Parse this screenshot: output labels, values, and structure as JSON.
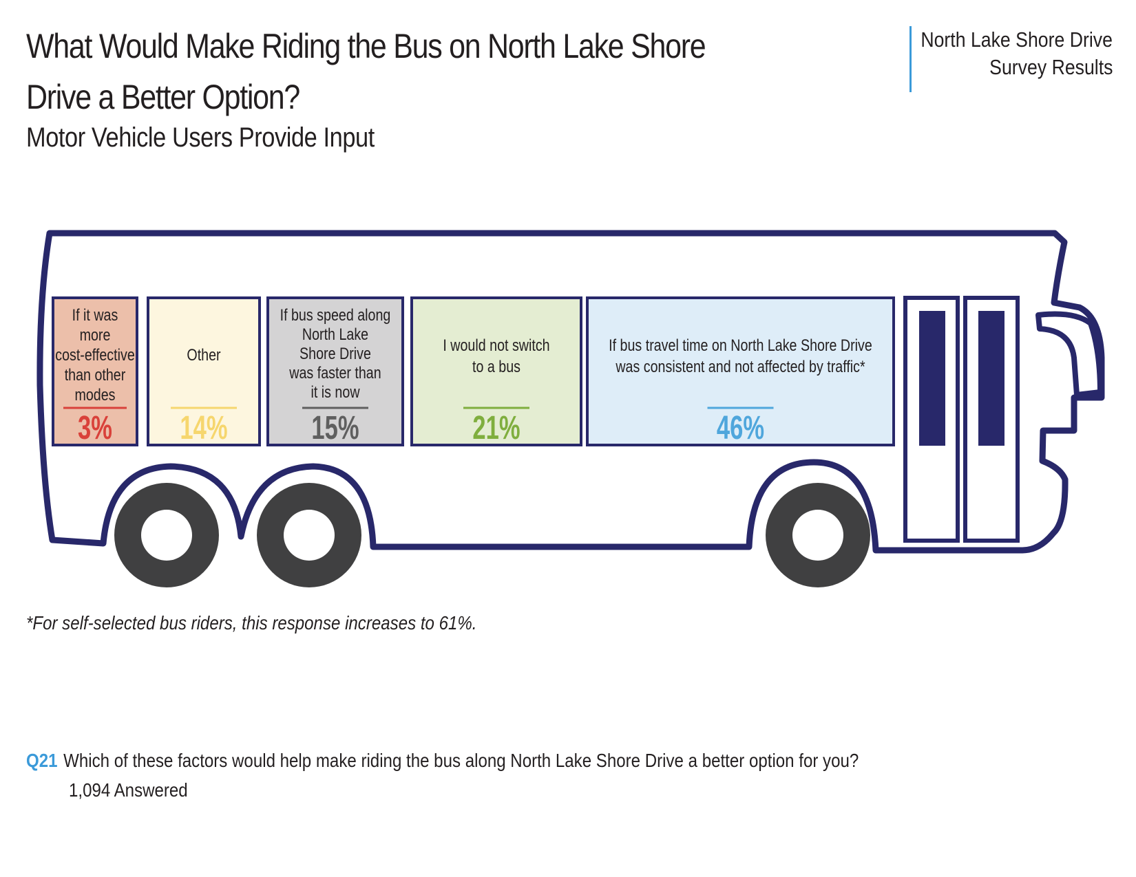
{
  "header": {
    "title": "What Would Make Riding the Bus on North Lake Shore Drive a Better Option?",
    "subtitle": "Motor Vehicle Users Provide Input",
    "badge_line1": "North Lake Shore Drive",
    "badge_line2": "Survey Results"
  },
  "chart_data": {
    "type": "bar",
    "unit": "%",
    "categories": [
      "If it was more cost-effective than other modes",
      "Other",
      "If bus speed along North Lake Shore Drive was faster than it is now",
      "I would not switch to a bus",
      "If bus travel time on North Lake Shore Drive was consistent and not affected by traffic*"
    ],
    "values": [
      3,
      14,
      15,
      21,
      46
    ],
    "value_labels": [
      "3%",
      "14%",
      "15%",
      "21%",
      "46%"
    ],
    "label_lines": [
      [
        "If it was",
        "more",
        "cost-effective",
        "than other",
        "modes"
      ],
      [
        "Other"
      ],
      [
        "If bus speed along",
        "North Lake",
        "Shore Drive",
        "was faster than",
        "it is now"
      ],
      [
        "I would not switch",
        "to a bus"
      ],
      [
        "If bus travel time on North Lake Shore Drive",
        "was consistent and not affected by traffic*"
      ]
    ],
    "box_colors": [
      "#ecbfaa",
      "#fdf6df",
      "#d4d3d4",
      "#e4edd2",
      "#deedf8"
    ],
    "accent_colors": [
      "#d9413a",
      "#f6d66e",
      "#5f5f5f",
      "#7fae3e",
      "#4fa6dc"
    ]
  },
  "bus": {
    "outline_color": "#28286a",
    "wheel_color": "#404041"
  },
  "footnote": "*For self-selected bus riders, this response increases to 61%.",
  "question": {
    "number": "Q21",
    "text": "Which of these factors would help make riding the bus along North Lake Shore Drive a better option for you?",
    "answered": "1,094 Answered"
  }
}
